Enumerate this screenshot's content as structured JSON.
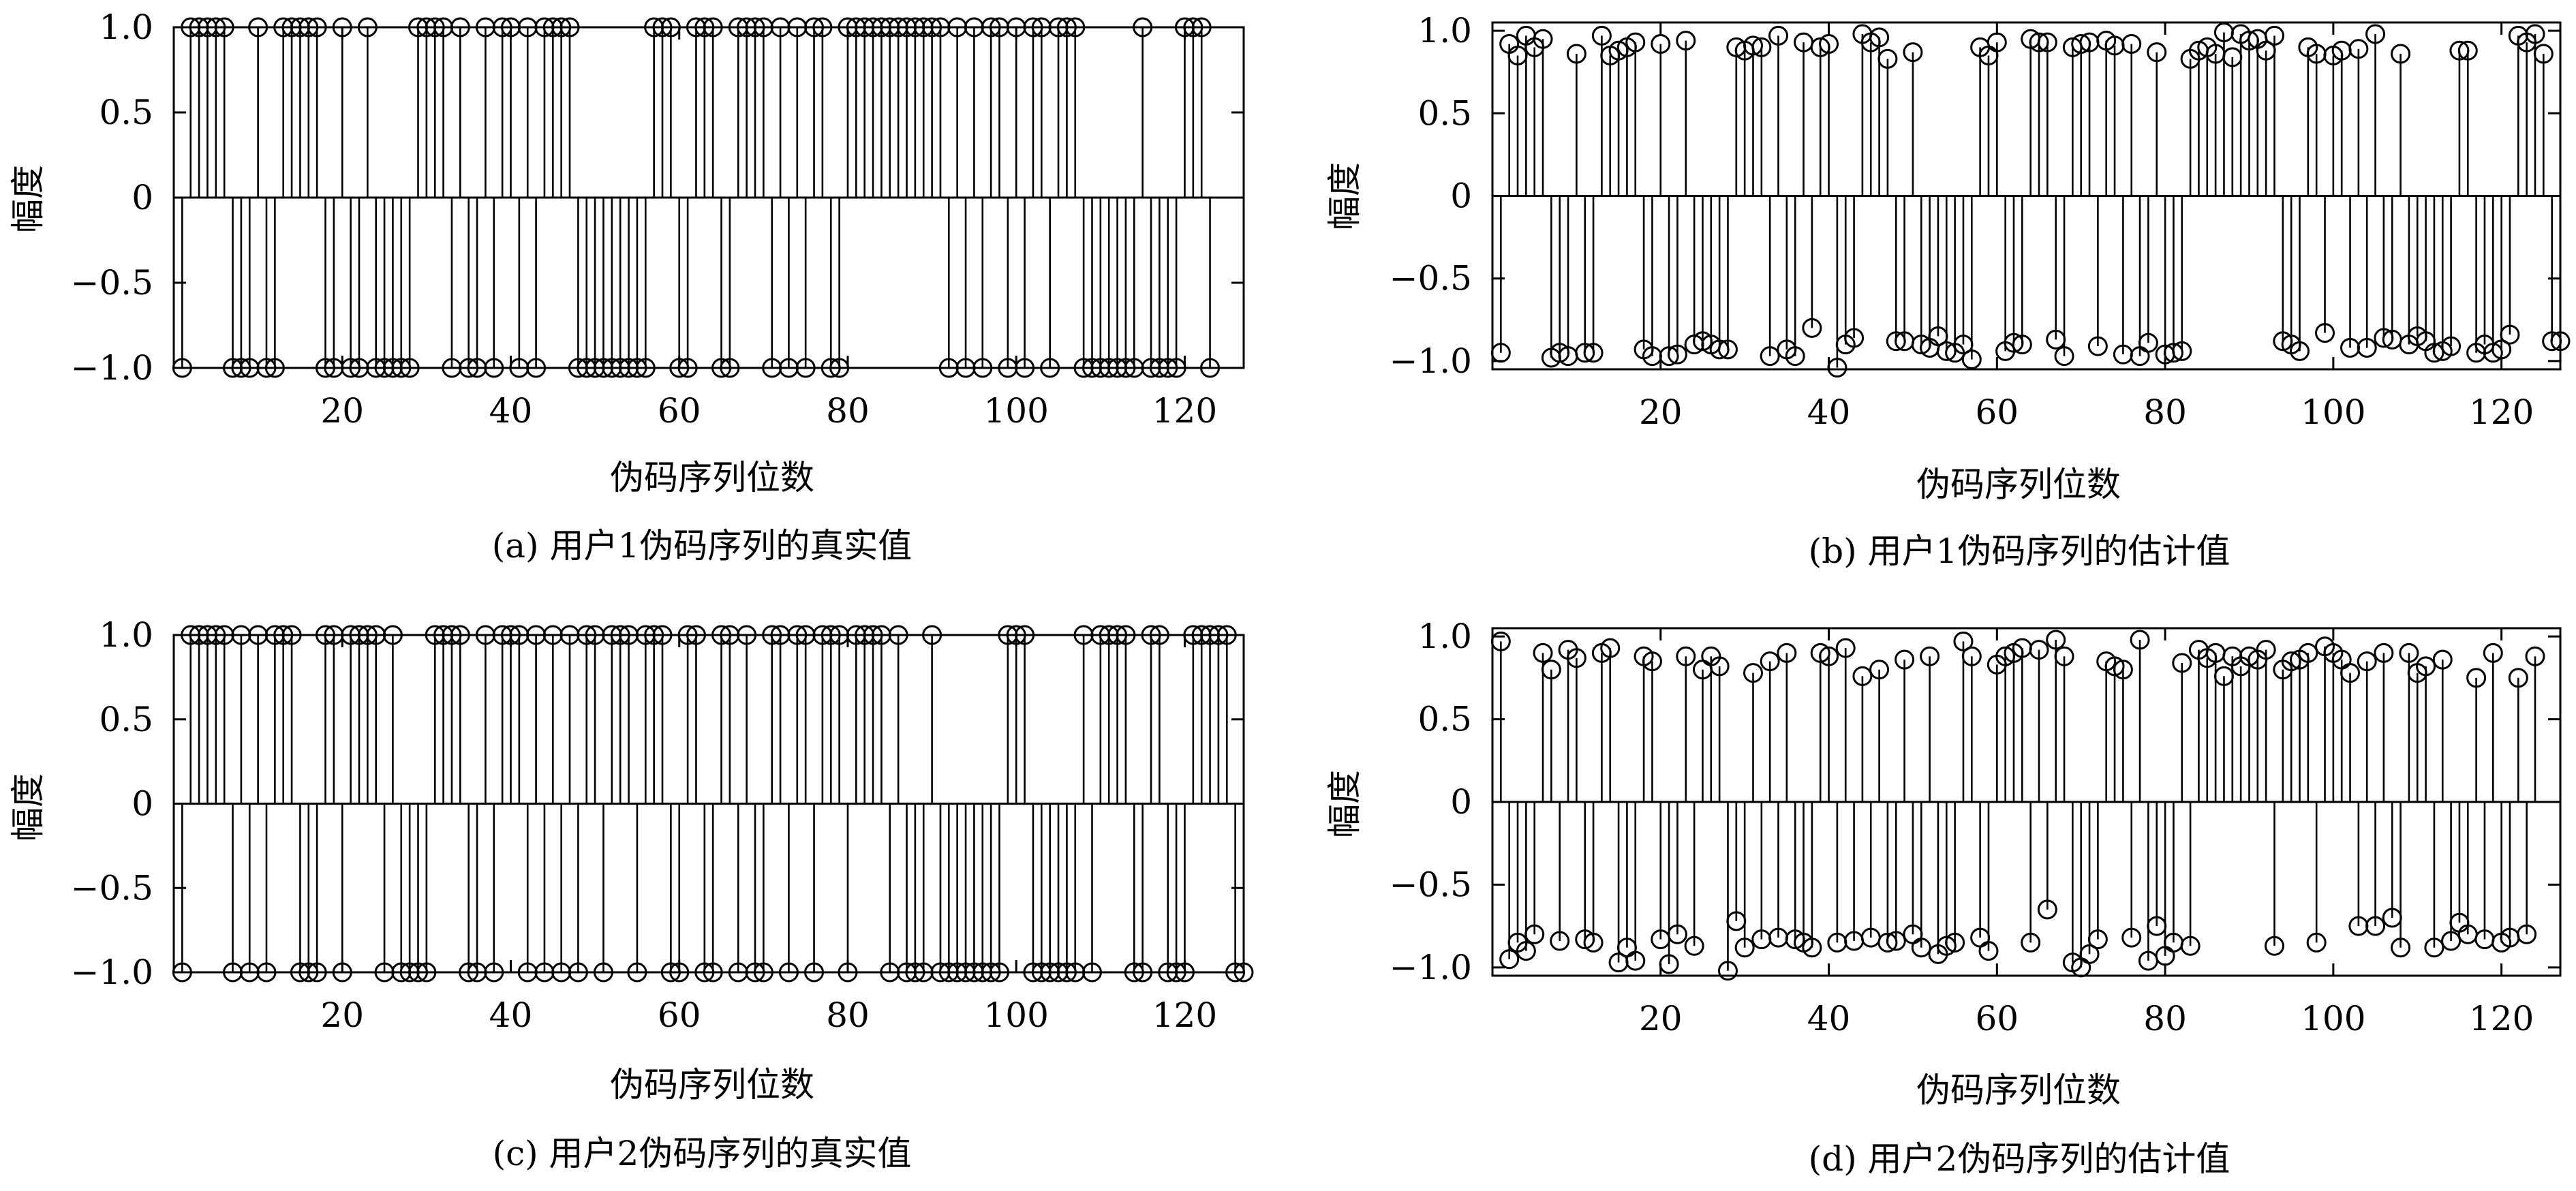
{
  "panels": [
    {
      "id": "a",
      "caption": "(a) 用户1伪码序列的真实值",
      "ylabel": "幅度",
      "xlabel": "伪码序列位数",
      "xlim": [
        0,
        127
      ],
      "ylim": [
        -1,
        1
      ],
      "xticks": [
        "20",
        "40",
        "60",
        "80",
        "100",
        "120"
      ],
      "xtick_values": [
        20,
        40,
        60,
        80,
        100,
        120
      ],
      "yticks": [
        "1.0",
        "0.5",
        "0",
        "−0.5",
        "−1.0"
      ],
      "ytick_values": [
        1,
        0.5,
        0,
        -0.5,
        -1
      ]
    },
    {
      "id": "b",
      "caption": "(b) 用户1伪码序列的估计值",
      "ylabel": "幅度",
      "xlabel": "伪码序列位数",
      "xlim": [
        0,
        127
      ],
      "ylim": [
        -1.05,
        1.05
      ],
      "xticks": [
        "20",
        "40",
        "60",
        "80",
        "100",
        "120"
      ],
      "xtick_values": [
        20,
        40,
        60,
        80,
        100,
        120
      ],
      "yticks": [
        "1.0",
        "0.5",
        "0",
        "−0.5",
        "−1.0"
      ],
      "ytick_values": [
        1,
        0.5,
        0,
        -0.5,
        -1
      ]
    },
    {
      "id": "c",
      "caption": "(c) 用户2伪码序列的真实值",
      "ylabel": "幅度",
      "xlabel": "伪码序列位数",
      "xlim": [
        0,
        127
      ],
      "ylim": [
        -1,
        1
      ],
      "xticks": [
        "20",
        "40",
        "60",
        "80",
        "100",
        "120"
      ],
      "xtick_values": [
        20,
        40,
        60,
        80,
        100,
        120
      ],
      "yticks": [
        "1.0",
        "0.5",
        "0",
        "−0.5",
        "−1.0"
      ],
      "ytick_values": [
        1,
        0.5,
        0,
        -0.5,
        -1
      ]
    },
    {
      "id": "d",
      "caption": "(d) 用户2伪码序列的估计值",
      "ylabel": "幅度",
      "xlabel": "伪码序列位数",
      "xlim": [
        0,
        127
      ],
      "ylim": [
        -1.05,
        1.05
      ],
      "xticks": [
        "20",
        "40",
        "60",
        "80",
        "100",
        "120"
      ],
      "xtick_values": [
        20,
        40,
        60,
        80,
        100,
        120
      ],
      "yticks": [
        "1.0",
        "0.5",
        "0",
        "−0.5",
        "−1.0"
      ],
      "ytick_values": [
        1,
        0.5,
        0,
        -0.5,
        -1
      ]
    }
  ],
  "chart_data": [
    {
      "type": "stem",
      "title": "",
      "xlabel": "伪码序列位数",
      "ylabel": "幅度",
      "xlim": [
        0,
        127
      ],
      "ylim": [
        -1,
        1
      ],
      "grid": false,
      "x_start": 1,
      "values": [
        -1,
        1,
        1,
        1,
        1,
        1,
        -1,
        -1,
        -1,
        1,
        -1,
        -1,
        1,
        1,
        1,
        1,
        1,
        -1,
        -1,
        1,
        -1,
        -1,
        1,
        -1,
        -1,
        -1,
        -1,
        -1,
        1,
        1,
        1,
        1,
        -1,
        1,
        -1,
        -1,
        1,
        -1,
        1,
        1,
        -1,
        1,
        -1,
        1,
        1,
        1,
        1,
        -1,
        -1,
        -1,
        -1,
        -1,
        -1,
        -1,
        -1,
        -1,
        1,
        1,
        1,
        -1,
        -1,
        1,
        1,
        1,
        -1,
        -1,
        1,
        1,
        1,
        1,
        -1,
        1,
        -1,
        1,
        -1,
        1,
        1,
        -1,
        -1,
        1,
        1,
        1,
        1,
        1,
        1,
        1,
        1,
        1,
        1,
        1,
        1,
        -1,
        1,
        -1,
        1,
        -1,
        1,
        1,
        -1,
        1,
        -1,
        1,
        1,
        -1,
        1,
        1,
        1,
        -1,
        -1,
        -1,
        -1,
        -1,
        -1,
        -1,
        1,
        -1,
        -1,
        -1,
        -1,
        1,
        1,
        1,
        -1
      ]
    },
    {
      "type": "stem",
      "title": "",
      "xlabel": "伪码序列位数",
      "ylabel": "幅度",
      "xlim": [
        0,
        127
      ],
      "ylim": [
        -1.05,
        1.05
      ],
      "grid": false,
      "x_start": 1,
      "values": [
        -0.95,
        0.92,
        0.85,
        0.97,
        0.9,
        0.95,
        -0.98,
        -0.95,
        -0.97,
        0.86,
        -0.95,
        -0.95,
        0.97,
        0.85,
        0.88,
        0.9,
        0.93,
        -0.93,
        -0.97,
        0.92,
        -0.97,
        -0.96,
        0.94,
        -0.9,
        -0.88,
        -0.9,
        -0.93,
        -0.93,
        0.9,
        0.88,
        0.91,
        0.9,
        -0.97,
        0.97,
        -0.93,
        -0.97,
        0.93,
        -0.8,
        0.9,
        0.92,
        -1.04,
        -0.9,
        -0.86,
        0.98,
        0.93,
        0.96,
        0.83,
        -0.88,
        -0.88,
        0.87,
        -0.9,
        -0.92,
        -0.85,
        -0.94,
        -0.95,
        -0.9,
        -0.99,
        0.9,
        0.85,
        0.93,
        -0.94,
        -0.89,
        -0.9,
        0.95,
        0.93,
        0.93,
        -0.87,
        -0.97,
        0.9,
        0.92,
        0.93,
        -0.91,
        0.94,
        0.91,
        -0.96,
        0.92,
        -0.97,
        -0.89,
        0.87,
        -0.96,
        -0.95,
        -0.94,
        0.83,
        0.88,
        0.9,
        0.86,
        0.99,
        0.84,
        0.98,
        0.94,
        0.95,
        0.88,
        0.97,
        -0.88,
        -0.9,
        -0.94,
        0.9,
        0.86,
        -0.83,
        0.85,
        0.88,
        -0.92,
        0.89,
        -0.92,
        0.98,
        -0.86,
        -0.87,
        0.86,
        -0.9,
        -0.85,
        -0.88,
        -0.95,
        -0.94,
        -0.91,
        0.88,
        0.88,
        -0.95,
        -0.9,
        -0.95,
        -0.93,
        -0.84,
        0.97,
        0.93,
        0.98,
        0.86,
        -0.88,
        -0.88
      ]
    },
    {
      "type": "stem",
      "title": "",
      "xlabel": "伪码序列位数",
      "ylabel": "幅度",
      "xlim": [
        0,
        127
      ],
      "ylim": [
        -1,
        1
      ],
      "grid": false,
      "x_start": 1,
      "values": [
        -1,
        1,
        1,
        1,
        1,
        1,
        -1,
        1,
        -1,
        1,
        -1,
        1,
        1,
        1,
        -1,
        -1,
        -1,
        1,
        1,
        -1,
        1,
        1,
        1,
        1,
        -1,
        1,
        -1,
        -1,
        -1,
        -1,
        1,
        1,
        1,
        1,
        -1,
        -1,
        1,
        -1,
        1,
        1,
        1,
        -1,
        1,
        -1,
        1,
        -1,
        1,
        -1,
        1,
        1,
        -1,
        1,
        1,
        1,
        -1,
        1,
        1,
        1,
        -1,
        -1,
        1,
        1,
        -1,
        -1,
        1,
        1,
        -1,
        1,
        -1,
        -1,
        1,
        1,
        -1,
        1,
        1,
        -1,
        1,
        1,
        1,
        -1,
        1,
        1,
        1,
        1,
        -1,
        1,
        -1,
        -1,
        -1,
        1,
        -1,
        -1,
        -1,
        -1,
        -1,
        -1,
        -1,
        -1,
        1,
        1,
        1,
        -1,
        -1,
        -1,
        -1,
        -1,
        -1,
        1,
        -1,
        1,
        1,
        1,
        1,
        -1,
        -1,
        1,
        1,
        -1,
        -1,
        -1,
        1,
        1,
        1,
        1,
        1,
        -1,
        -1
      ]
    },
    {
      "type": "stem",
      "title": "",
      "xlabel": "伪码序列位数",
      "ylabel": "幅度",
      "xlim": [
        0,
        127
      ],
      "ylim": [
        -1.05,
        1.05
      ],
      "grid": false,
      "x_start": 1,
      "values": [
        0.97,
        -0.95,
        -0.85,
        -0.9,
        -0.8,
        0.9,
        0.8,
        -0.84,
        0.92,
        0.87,
        -0.83,
        -0.85,
        0.9,
        0.93,
        -0.97,
        -0.88,
        -0.96,
        0.88,
        0.85,
        -0.83,
        -0.98,
        -0.8,
        0.88,
        -0.87,
        0.8,
        0.88,
        0.82,
        -1.02,
        -0.72,
        -0.88,
        0.78,
        -0.83,
        0.85,
        -0.82,
        0.9,
        -0.83,
        -0.85,
        -0.88,
        0.9,
        0.88,
        -0.85,
        0.93,
        -0.84,
        0.76,
        -0.82,
        0.8,
        -0.85,
        -0.84,
        0.86,
        -0.8,
        -0.88,
        0.88,
        -0.92,
        -0.87,
        -0.85,
        0.97,
        0.88,
        -0.82,
        -0.9,
        0.83,
        0.88,
        0.9,
        0.93,
        -0.85,
        0.92,
        -0.65,
        0.98,
        0.88,
        -0.97,
        -1.0,
        -0.92,
        -0.83,
        0.85,
        0.82,
        0.8,
        -0.82,
        0.98,
        -0.96,
        -0.75,
        -0.93,
        -0.85,
        0.84,
        -0.87,
        0.92,
        0.87,
        0.9,
        0.76,
        0.88,
        0.82,
        0.88,
        0.86,
        0.92,
        -0.87,
        0.8,
        0.85,
        0.86,
        0.9,
        -0.85,
        0.94,
        0.9,
        0.86,
        0.78,
        -0.75,
        0.85,
        -0.75,
        0.9,
        -0.7,
        -0.88,
        0.9,
        0.78,
        0.82,
        -0.88,
        0.86,
        -0.84,
        -0.73,
        -0.8,
        0.75,
        -0.83,
        0.9,
        -0.85,
        -0.82,
        0.75,
        -0.8,
        0.88
      ]
    }
  ]
}
